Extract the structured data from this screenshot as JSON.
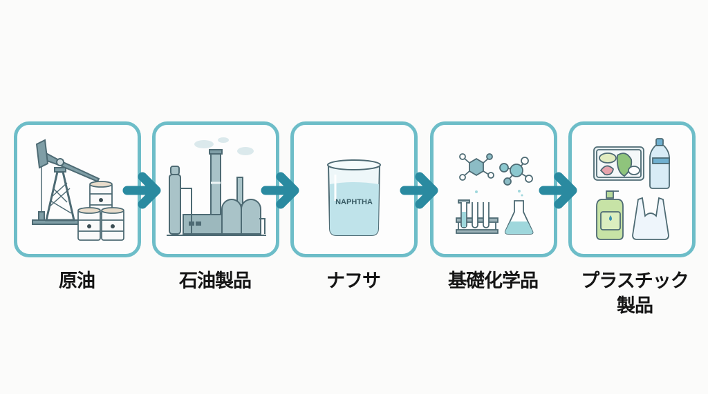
{
  "flow": {
    "steps": [
      {
        "label": "原油",
        "icon": "oil-pump-and-barrels-icon"
      },
      {
        "label": "石油製品",
        "icon": "refinery-icon"
      },
      {
        "label": "ナフサ",
        "icon": "beaker-icon",
        "beaker_text": "NAPHTHA"
      },
      {
        "label": "基礎化学品",
        "icon": "chemistry-icon"
      },
      {
        "label_line1": "プラスチック",
        "label_line2": "製品",
        "icon": "plastic-products-icon"
      }
    ],
    "arrow_icon": "arrow-right-icon"
  },
  "colors": {
    "box_border": "#6dbdc8",
    "arrow": "#2a8aa0",
    "icon_stroke": "#4d6a73",
    "liquid": "#bfe3ea"
  }
}
